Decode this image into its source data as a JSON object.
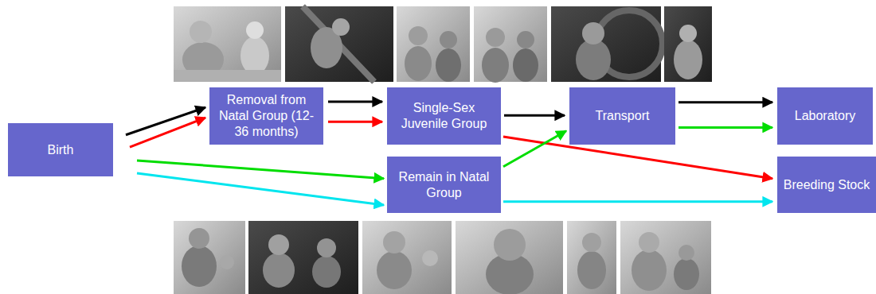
{
  "diagram": {
    "nodes": [
      {
        "text": [
          "Birth"
        ]
      },
      {
        "text": [
          "Removal from Natal Group (12-36 months)"
        ]
      },
      {
        "text": [
          "Single-Sex Juvenile Group"
        ]
      },
      {
        "text": [
          "Transport"
        ]
      },
      {
        "text": [
          "Laboratory"
        ]
      },
      {
        "text": [
          "Remain in Natal Group"
        ]
      },
      {
        "text": [
          "Breeding Stock"
        ]
      }
    ],
    "edges": [
      {
        "from": 0,
        "to": 1,
        "arrow": "to"
      },
      {
        "from": 1,
        "to": 2,
        "arrow": "to"
      },
      {
        "from": 2,
        "to": 3,
        "arrow": "to"
      },
      {
        "from": 3,
        "to": 4,
        "arrow": "to"
      },
      {
        "from": 0,
        "to": 1,
        "arrow": "to"
      },
      {
        "from": 1,
        "to": 2,
        "arrow": "to"
      },
      {
        "from": 2,
        "to": 6,
        "arrow": "to"
      },
      {
        "from": 0,
        "to": 5,
        "arrow": "to"
      },
      {
        "from": 5,
        "to": 3,
        "arrow": "to"
      },
      {
        "from": 3,
        "to": 4,
        "arrow": "to"
      },
      {
        "from": 0,
        "to": 5,
        "arrow": "to"
      },
      {
        "from": 5,
        "to": 6,
        "arrow": "to"
      }
    ]
  }
}
